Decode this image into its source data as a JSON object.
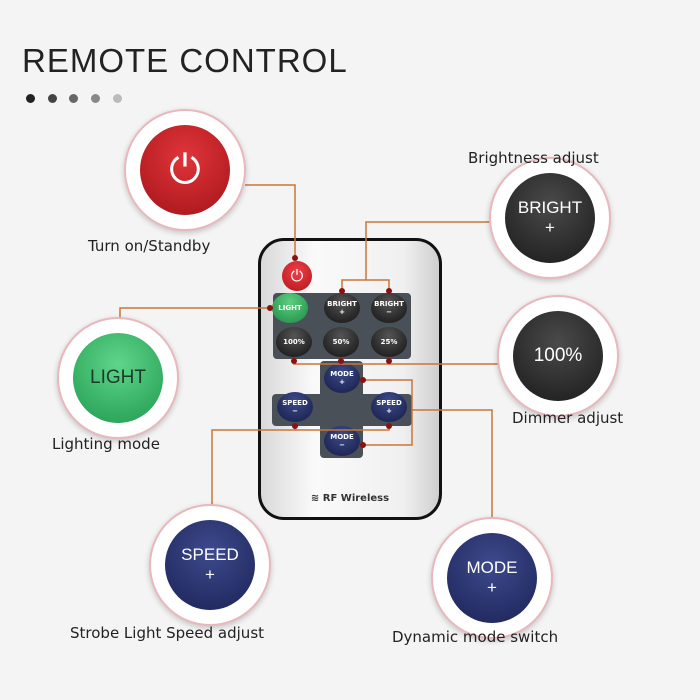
{
  "title": "REMOTE CONTROL",
  "callouts": {
    "power": {
      "label": "Turn on/Standby",
      "color": "#c4262b"
    },
    "bright": {
      "label": "Brightness adjust",
      "text1": "BRIGHT",
      "text2": "+",
      "color": "#2a2a2a"
    },
    "dimmer": {
      "label": "Dimmer adjust",
      "text": "100%",
      "color": "#2a2a2a"
    },
    "light": {
      "label": "Lighting mode",
      "text": "LIGHT",
      "color": "#2fa85a"
    },
    "speed": {
      "label": "Strobe Light Speed adjust",
      "text1": "SPEED",
      "text2": "+",
      "color": "#26306a"
    },
    "mode": {
      "label": "Dynamic mode switch",
      "text1": "MODE",
      "text2": "+",
      "color": "#26306a"
    }
  },
  "remote": {
    "buttons": {
      "light": "LIGHT",
      "bright_plus": [
        "BRIGHT",
        "+"
      ],
      "bright_minus": [
        "BRIGHT",
        "−"
      ],
      "p100": "100%",
      "p50": "50%",
      "p25": "25%",
      "mode_plus": [
        "MODE",
        "+"
      ],
      "mode_minus": [
        "MODE",
        "−"
      ],
      "speed_minus": [
        "SPEED",
        "−"
      ],
      "speed_plus": [
        "SPEED",
        "+"
      ]
    },
    "brand": "RF Wireless"
  },
  "line_color": "#c8763a"
}
